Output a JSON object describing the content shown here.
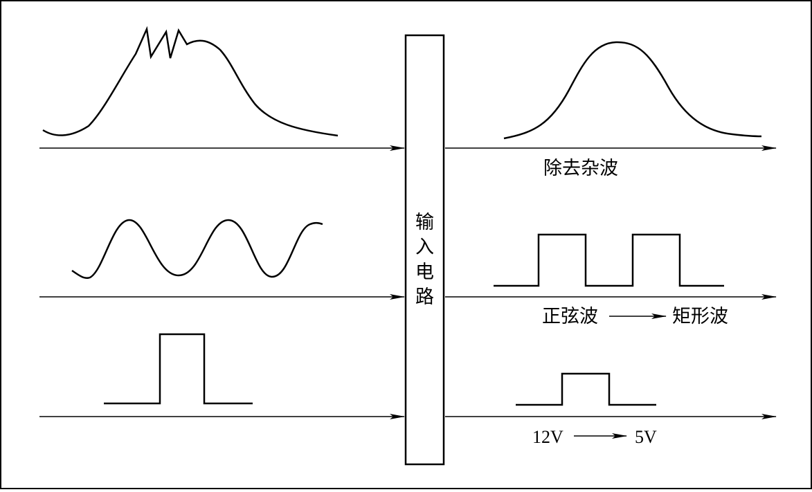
{
  "circuit_block": {
    "label_chars": [
      "输",
      "入",
      "电",
      "路"
    ]
  },
  "rows": [
    {
      "id": "filter",
      "input_wave": "noisy-pulse",
      "output_wave": "smooth-pulse",
      "caption": {
        "from": "除去杂波",
        "to": ""
      }
    },
    {
      "id": "shaping",
      "input_wave": "sine",
      "output_wave": "square",
      "caption": {
        "from": "正弦波",
        "to": "矩形波"
      }
    },
    {
      "id": "level",
      "input_wave": "tall-pulse",
      "output_wave": "short-pulse",
      "caption": {
        "from": "12V",
        "to": "5V"
      }
    }
  ],
  "colors": {
    "ink": "#000000",
    "background": "#ffffff"
  }
}
